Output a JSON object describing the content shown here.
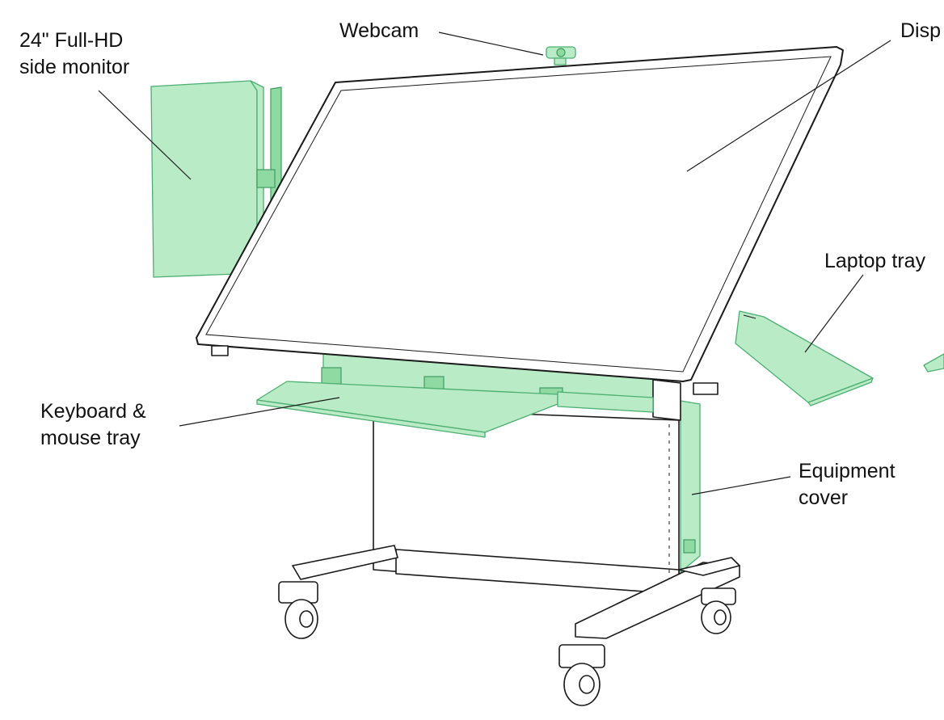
{
  "labels": {
    "side_monitor": "24\" Full-HD\nside monitor",
    "webcam": "Webcam",
    "display": "Disp",
    "laptop_tray": "Laptop tray",
    "keyboard_tray": "Keyboard &\nmouse tray",
    "equipment_cover": "Equipment\ncover"
  },
  "colors": {
    "accessory_fill": "#b9ebc6",
    "accessory_stroke": "#4caf72",
    "line": "#1a1a1a",
    "background": "#ffffff"
  }
}
